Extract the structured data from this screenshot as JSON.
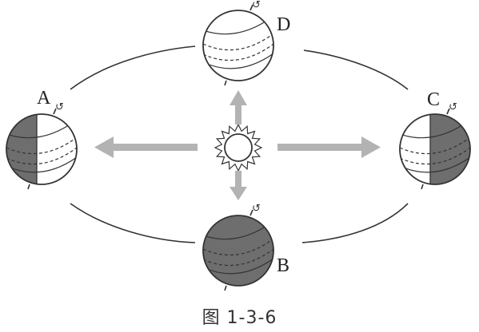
{
  "labels": {
    "a": "A",
    "b": "B",
    "c": "C",
    "d": "D"
  },
  "caption": "图 1-3-6",
  "colors": {
    "shade": "#6e6e6e",
    "arrow": "#b3b3b3",
    "line": "#333333"
  },
  "icons": {
    "sun": "sun-icon",
    "axis_arrow": "rotation-arrow-icon"
  }
}
